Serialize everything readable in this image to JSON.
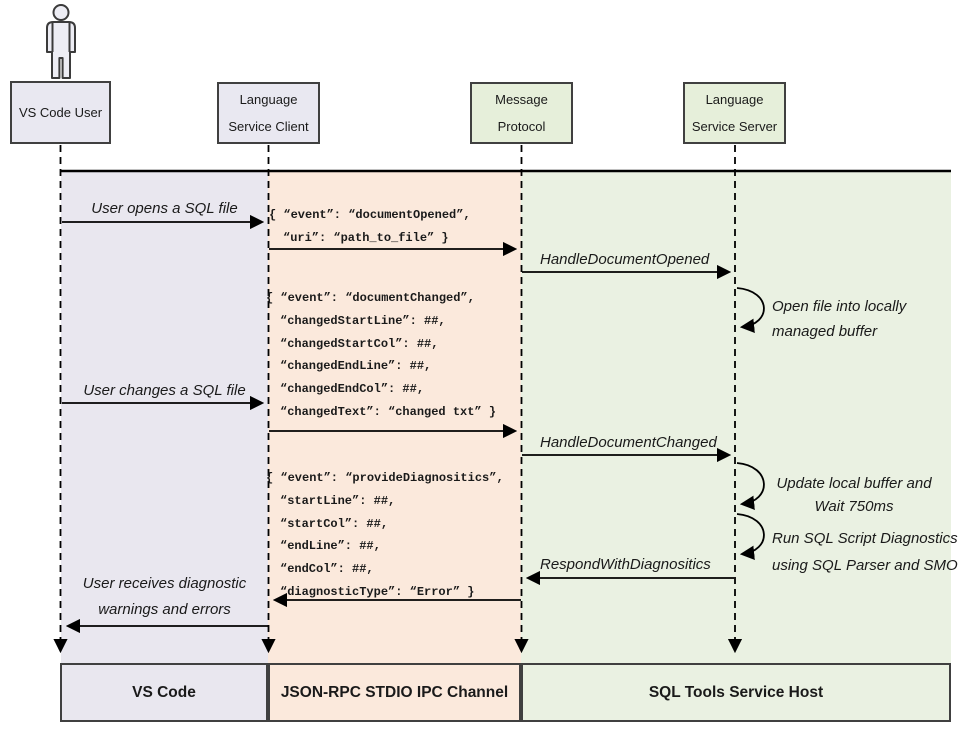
{
  "colors": {
    "lane_user": "#e9e7ef",
    "lane_ipc": "#fbe9dc",
    "lane_host": "#eaf1e2",
    "header_box_user": "#e9e8f1",
    "header_box_green": "#e6efda",
    "border": "#404040",
    "line": "#000000"
  },
  "actors": {
    "user": {
      "label": "VS Code User"
    },
    "client": {
      "line1": "Language",
      "line2": "Service Client"
    },
    "protocol": {
      "line1": "Message",
      "line2": "Protocol"
    },
    "server": {
      "line1": "Language",
      "line2": "Service Server"
    }
  },
  "bottom_lanes": {
    "vs_code": "VS Code",
    "ipc_channel": "JSON-RPC STDIO IPC Channel",
    "service_host": "SQL Tools Service Host"
  },
  "notes": {
    "user_opens": "User opens a SQL file",
    "user_changes": "User changes a SQL file",
    "user_receives_line1": "User receives diagnostic",
    "user_receives_line2": "warnings and errors",
    "handle_opened": "HandleDocumentOpened",
    "handle_changed": "HandleDocumentChanged",
    "respond_diag": "RespondWithDiagnositics",
    "open_file_line1": "Open file into locally",
    "open_file_line2": "managed buffer",
    "update_buffer_line1": "Update local buffer and",
    "update_buffer_line2": "Wait 750ms",
    "run_diag_line1": "Run SQL Script Diagnostics",
    "run_diag_line2": "using SQL Parser and SMO"
  },
  "payloads": {
    "document_opened": {
      "lines": [
        "{ “event”: “documentOpened”,",
        "“uri”: “path_to_file” }"
      ]
    },
    "document_changed": {
      "lines": [
        "{ “event”: “documentChanged”,",
        "“changedStartLine”: ##,",
        "“changedStartCol”: ##,",
        "“changedEndLine”: ##,",
        "“changedEndCol”: ##,",
        "“changedText”: “changed txt” }"
      ]
    },
    "provide_diagnostics": {
      "lines": [
        "{ “event”: “provideDiagnositics”,",
        "“startLine”: ##,",
        "“startCol”: ##,",
        "“endLine”: ##,",
        "“endCol”: ##,",
        "“diagnosticType”: “Error” }"
      ]
    }
  }
}
